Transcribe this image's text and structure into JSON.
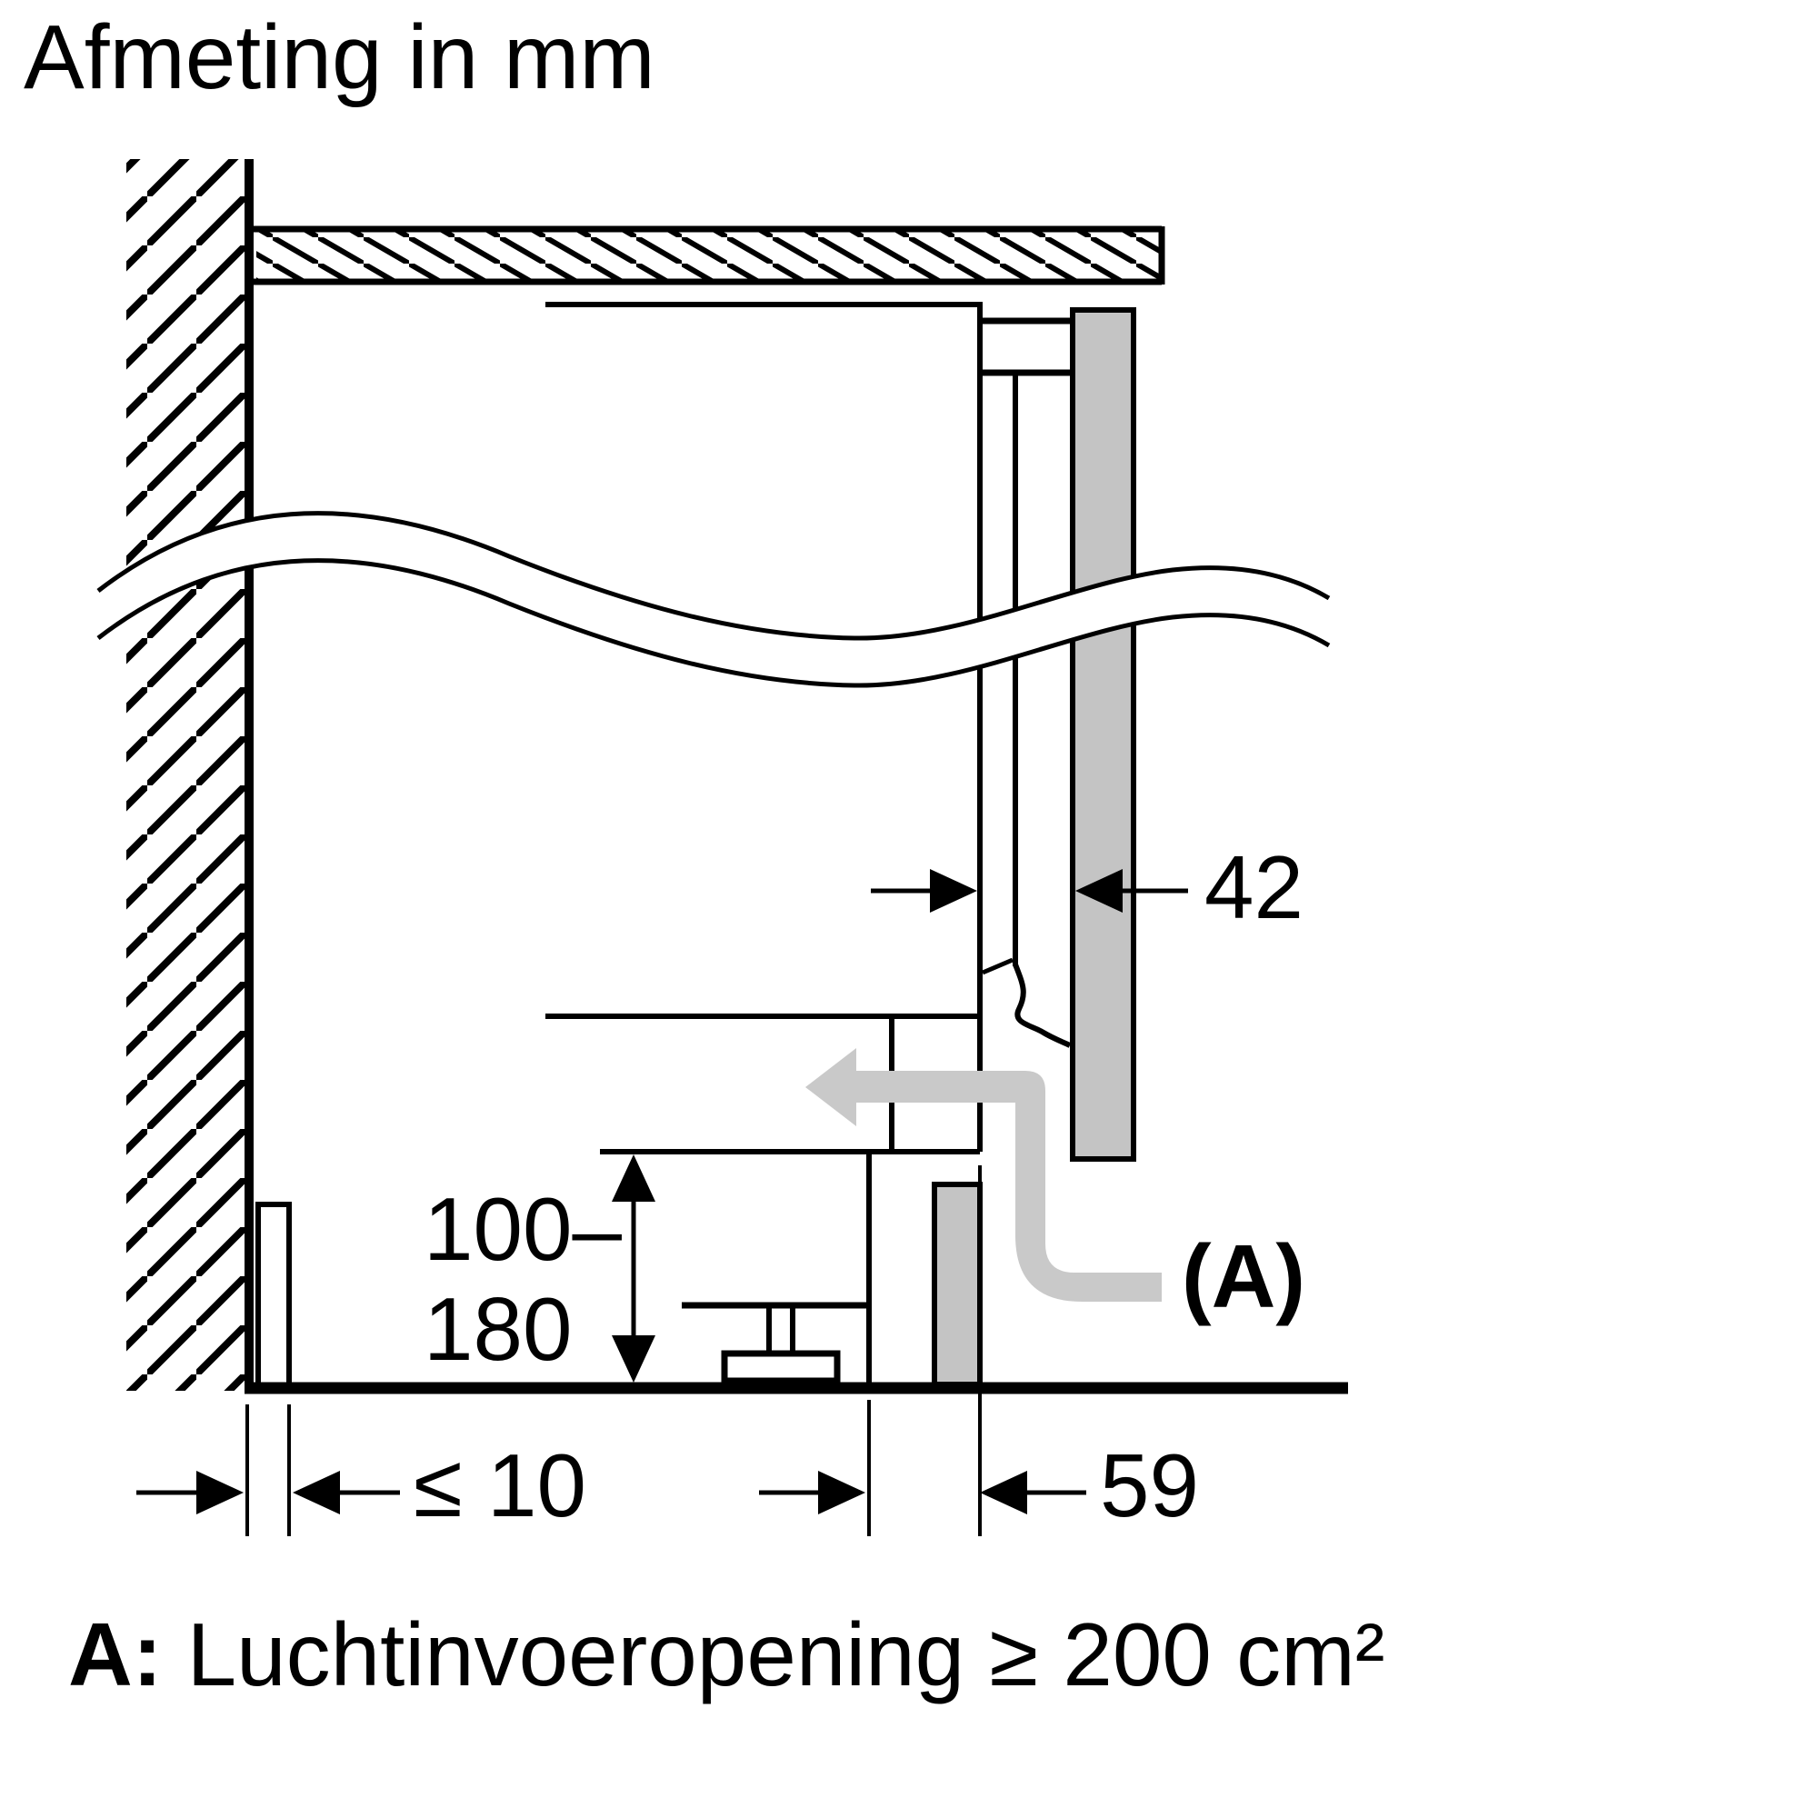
{
  "title": "Afmeting in mm",
  "dimensions": {
    "wall_gap": "≤ 10",
    "plinth_recess": "59",
    "door_thickness": "42",
    "plinth_height_line1": "100–",
    "plinth_height_line2": "180",
    "air_inlet_label": "(A)"
  },
  "caption": {
    "prefix": "A:",
    "text": "Luchtinvoeropening ≥ 200 cm²"
  },
  "icons": {
    "airflow": "airflow-arrow-icon"
  },
  "colors": {
    "line": "#000000",
    "panel_fill": "#c4c4c4",
    "airflow_fill": "#c9c9c9",
    "background": "#ffffff"
  }
}
